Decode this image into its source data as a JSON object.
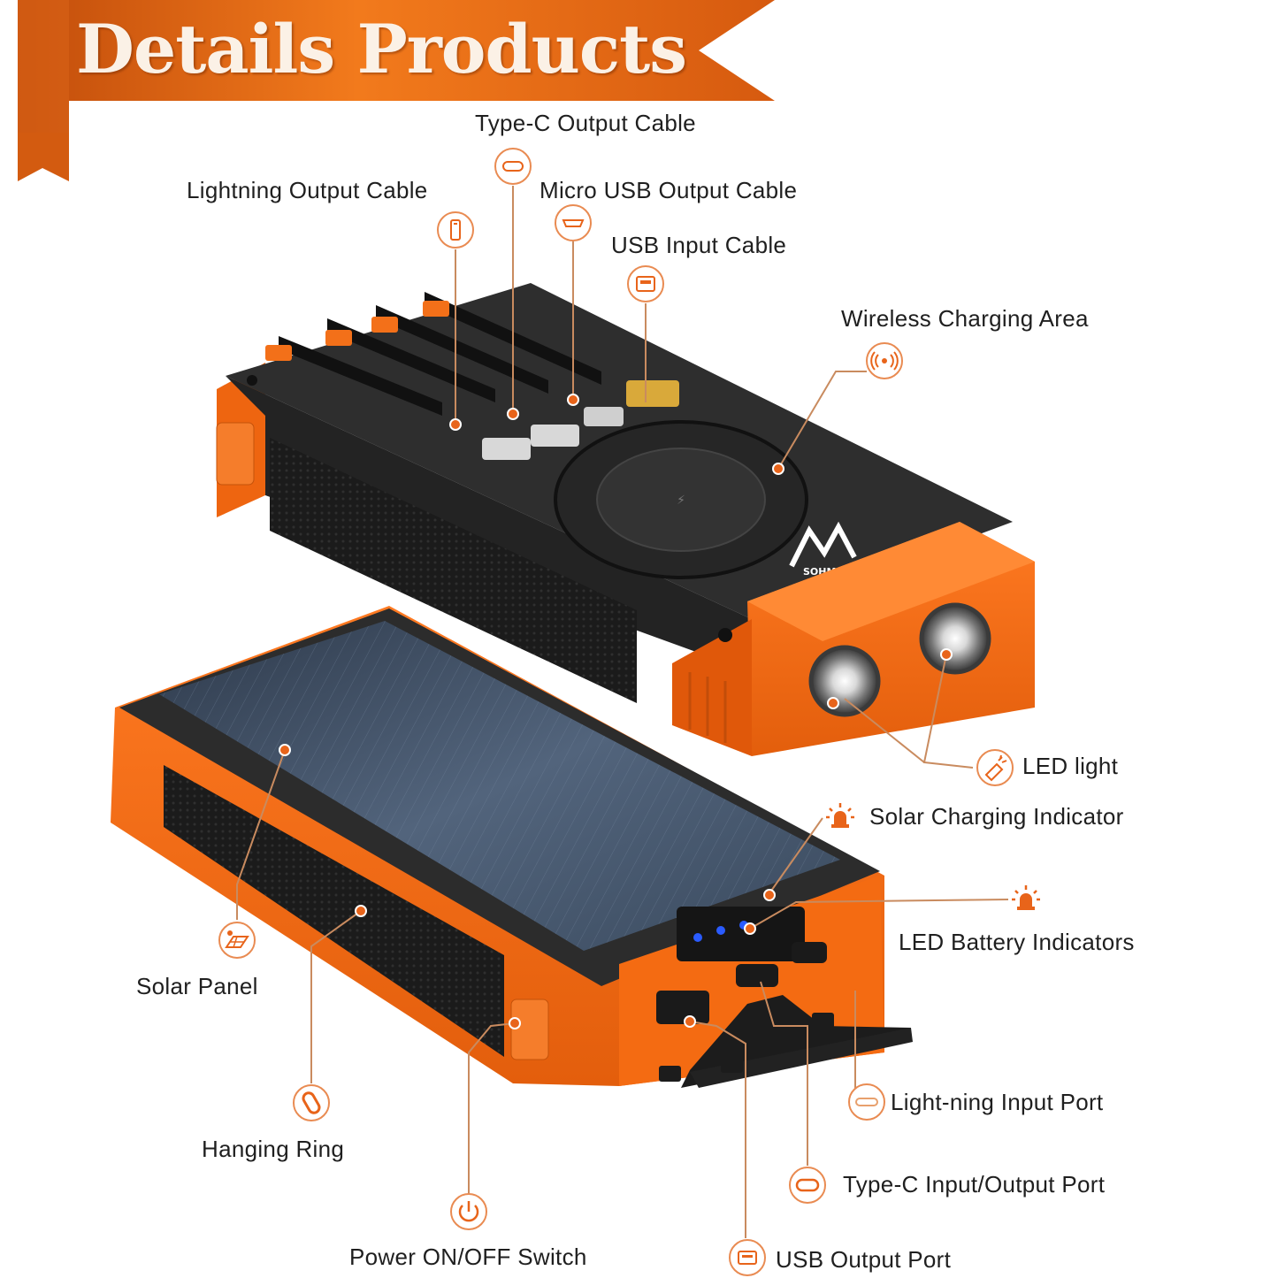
{
  "banner": {
    "title": "Details Products"
  },
  "brand": {
    "logo_text": "SOHMANS"
  },
  "colors": {
    "accent": "#f06a14",
    "banner_dark": "#c9530c",
    "device_dark": "#2b2b2b",
    "solar_blue": "#3d4e63"
  },
  "callouts": [
    {
      "id": "typec-output-cable",
      "label": "Type-C Output Cable",
      "icon": "typec-port-icon"
    },
    {
      "id": "lightning-output-cable",
      "label": "Lightning Output Cable",
      "icon": "lightning-connector-icon"
    },
    {
      "id": "micro-usb-output-cable",
      "label": "Micro USB Output Cable",
      "icon": "micro-usb-port-icon"
    },
    {
      "id": "usb-input-cable",
      "label": "USB Input Cable",
      "icon": "usb-a-port-icon"
    },
    {
      "id": "wireless-charging-area",
      "label": "Wireless Charging Area",
      "icon": "wireless-charging-icon"
    },
    {
      "id": "led-light",
      "label": "LED light",
      "icon": "flashlight-icon"
    },
    {
      "id": "solar-charging-indicator",
      "label": "Solar Charging Indicator",
      "icon": "indicator-light-icon"
    },
    {
      "id": "led-battery-indicators",
      "label": "LED Battery Indicators",
      "icon": "indicator-light-icon"
    },
    {
      "id": "solar-panel",
      "label": "Solar Panel",
      "icon": "solar-panel-icon"
    },
    {
      "id": "hanging-ring",
      "label": "Hanging Ring",
      "icon": "carabiner-icon"
    },
    {
      "id": "lightning-input-port",
      "label": "Light-ning Input Port",
      "icon": "lightning-port-icon"
    },
    {
      "id": "typec-io-port",
      "label": "Type-C Input/Output Port",
      "icon": "typec-port-icon"
    },
    {
      "id": "power-switch",
      "label": "Power ON/OFF Switch",
      "icon": "power-icon"
    },
    {
      "id": "usb-output-port",
      "label": "USB Output Port",
      "icon": "usb-a-port-icon"
    }
  ]
}
